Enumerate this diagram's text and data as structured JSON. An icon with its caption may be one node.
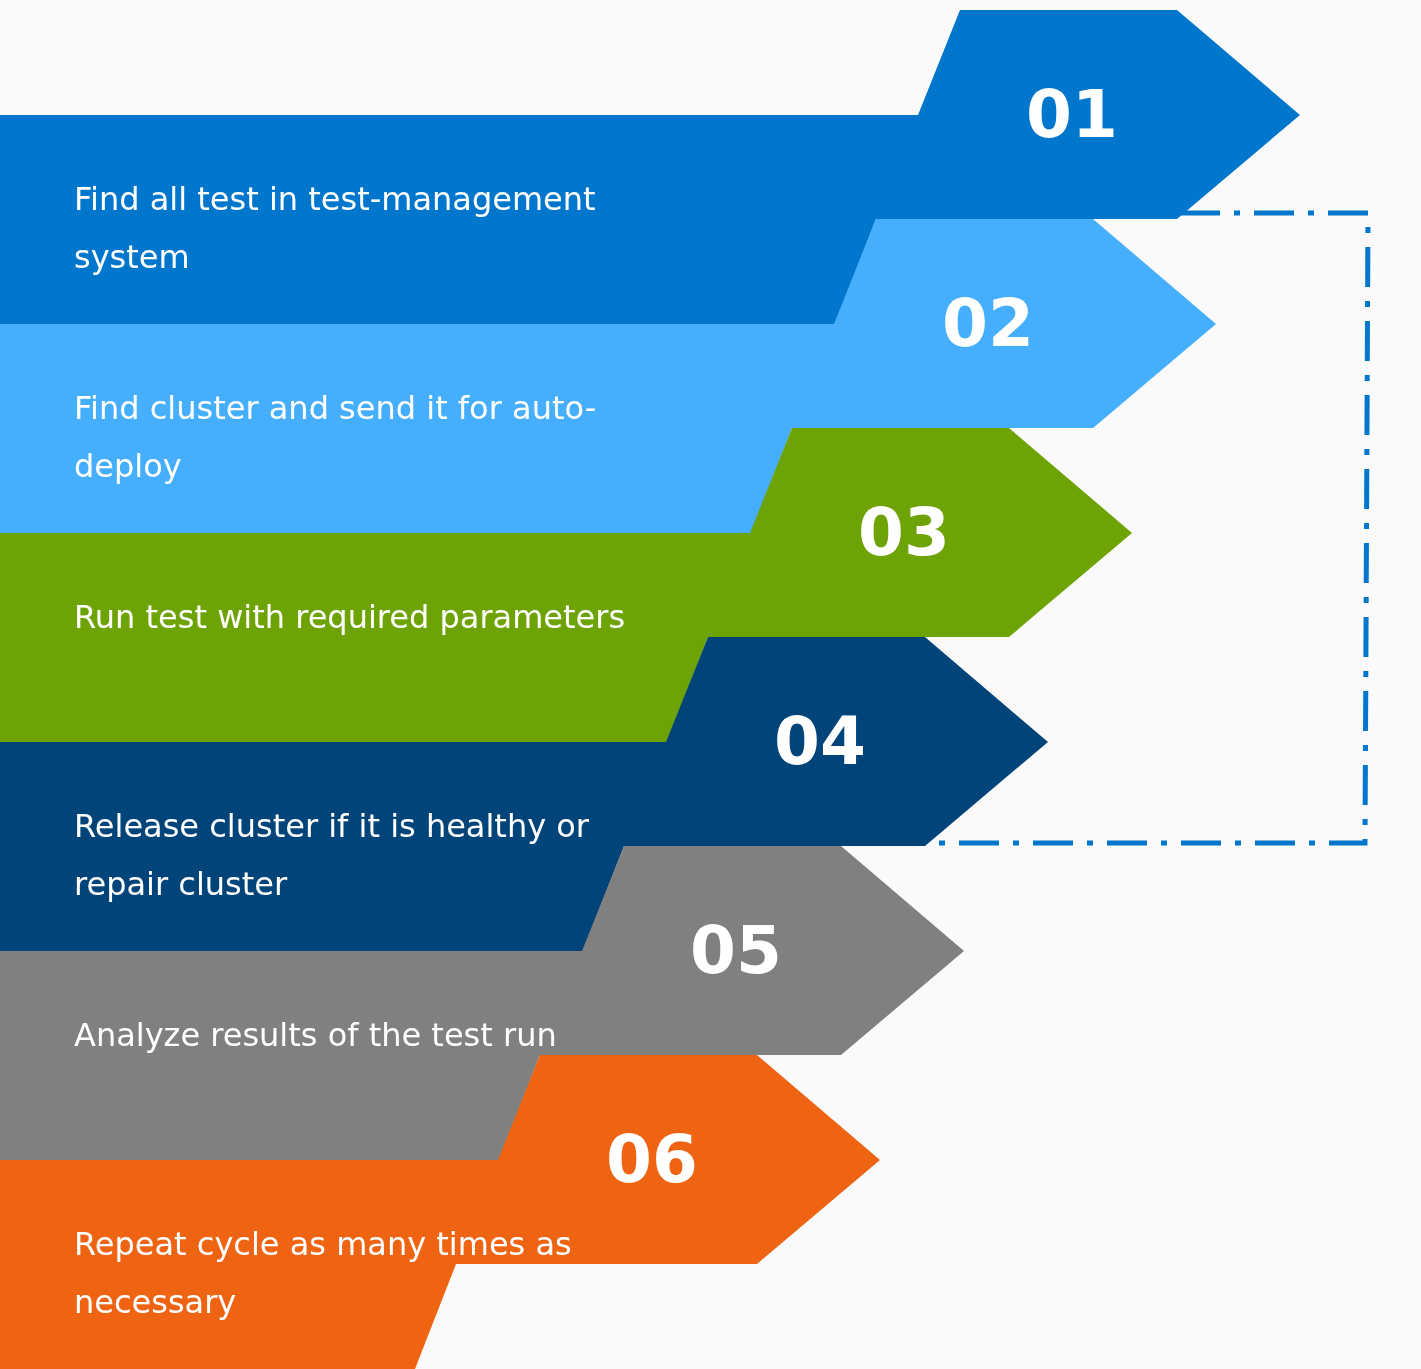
{
  "diagram": {
    "nodes": [
      {
        "text": [
          "01",
          "Find all test in test-management system"
        ]
      },
      {
        "text": [
          "02",
          "Find cluster and send it for auto-deploy"
        ]
      },
      {
        "text": [
          "03",
          "Run test with required parameters"
        ]
      },
      {
        "text": [
          "04",
          "Release cluster if it is healthy or repair cluster"
        ]
      },
      {
        "text": [
          "05",
          "Analyze results of the test run"
        ]
      },
      {
        "text": [
          "06",
          "Repeat cycle as many times as necessary"
        ]
      }
    ]
  }
}
